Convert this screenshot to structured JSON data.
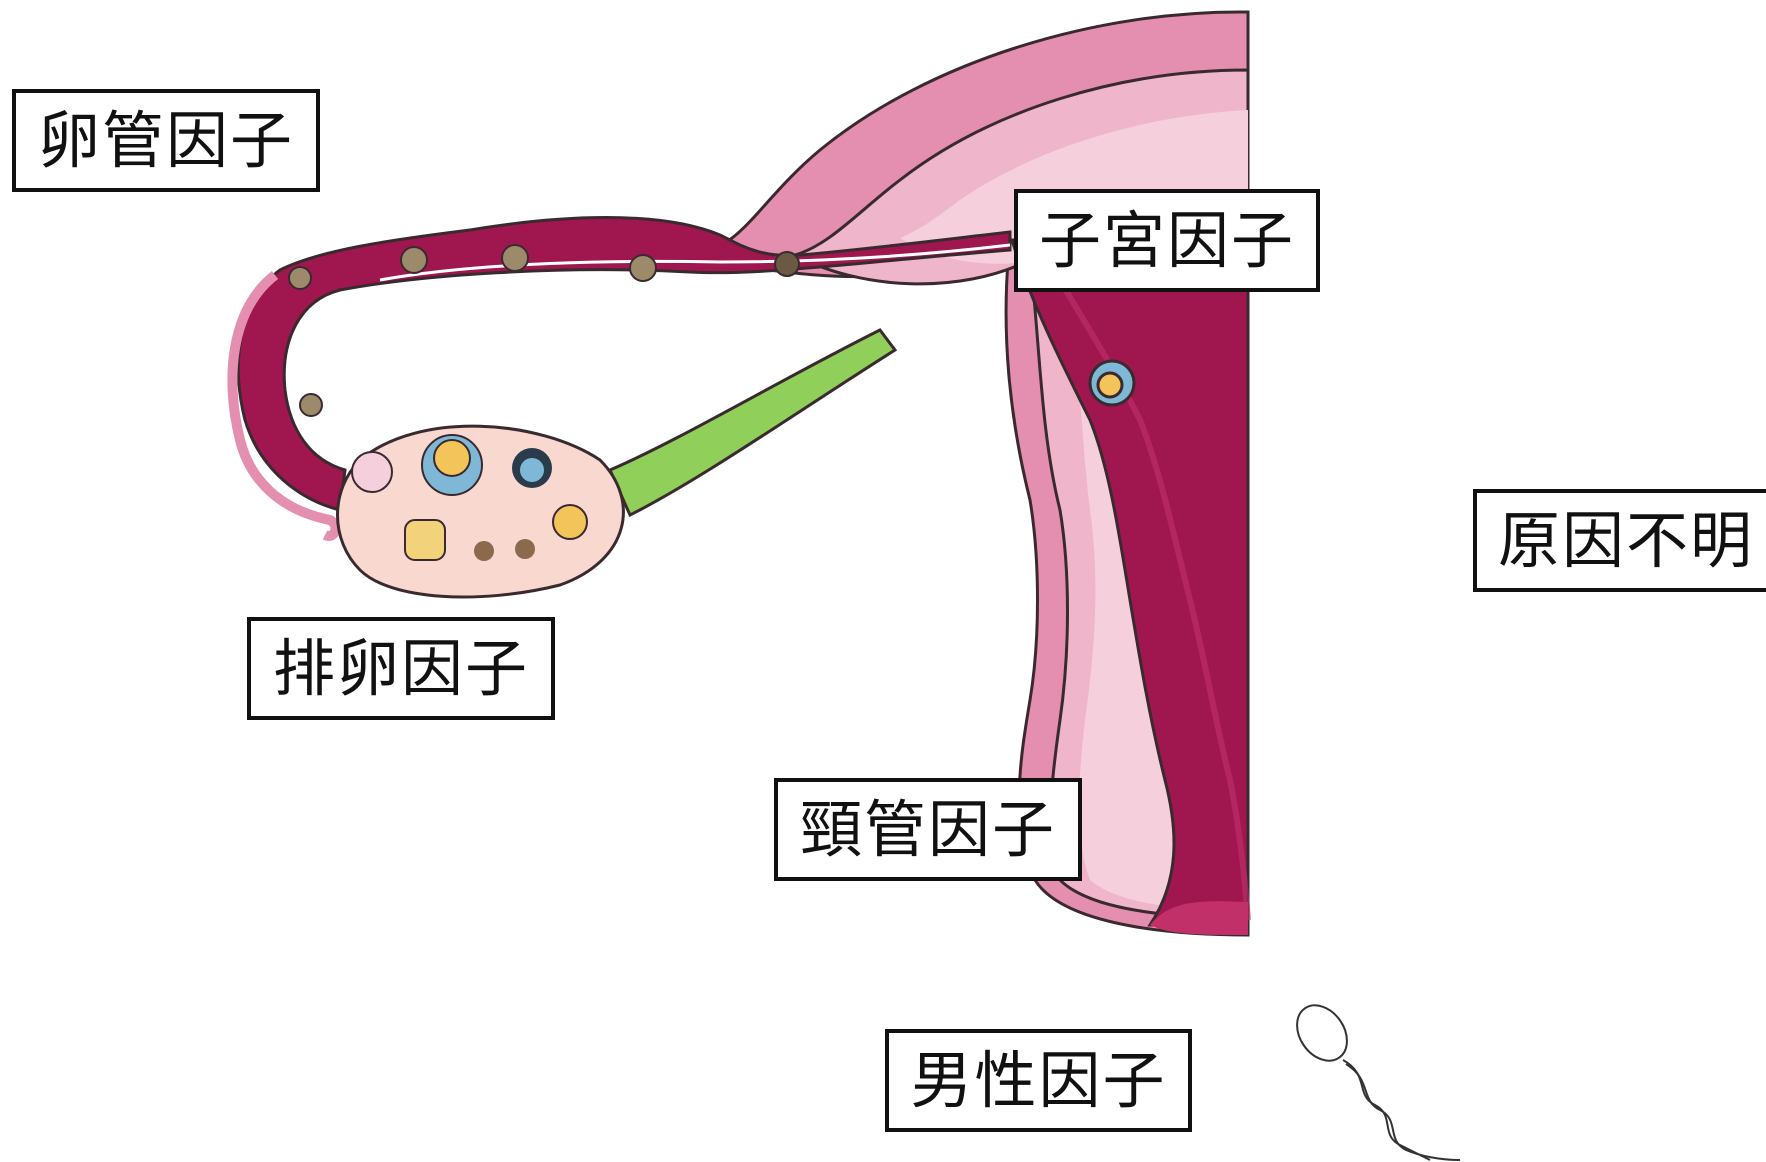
{
  "labels": {
    "tubal": "卵管因子",
    "uterine": "子宮因子",
    "unknown": "原因不明",
    "ovulation": "排卵因子",
    "cervical": "頸管因子",
    "male": "男性因子"
  },
  "colors": {
    "uterus_outer": "#e58fb0",
    "uterus_wall": "#efb6cb",
    "uterus_inner": "#f5cfdc",
    "cavity": "#a0174f",
    "ligament": "#8fcf5a",
    "ovary": "#f8d8cf",
    "outline": "#3a2a30"
  }
}
